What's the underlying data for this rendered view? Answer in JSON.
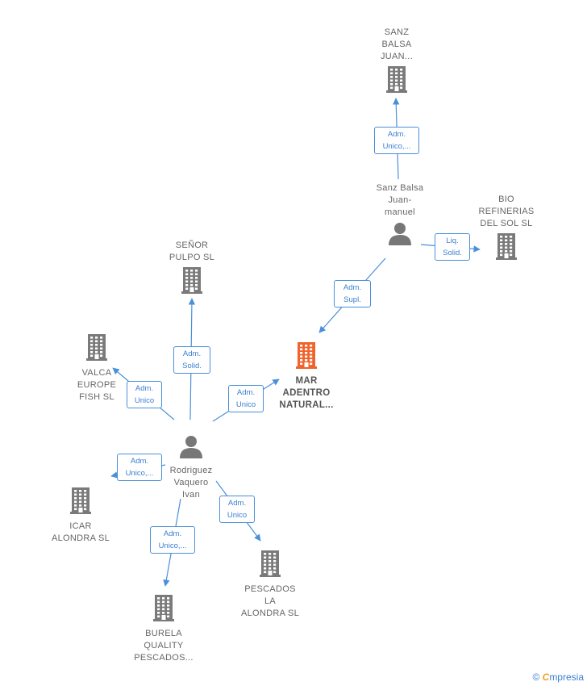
{
  "colors": {
    "edge": "#4a90d9",
    "company": "#7a7a7a",
    "focus": "#f0632c",
    "person": "#777777"
  },
  "nodes": [
    {
      "id": "mar",
      "type": "company",
      "focus": true,
      "label": "MAR\nADENTRO\nNATURAL..."
    },
    {
      "id": "sanz_person",
      "type": "person",
      "label": "Sanz Balsa\nJuan-\nmanuel"
    },
    {
      "id": "sanz_company",
      "type": "company",
      "label": "SANZ\nBALSA\nJUAN..."
    },
    {
      "id": "bio",
      "type": "company",
      "label": "BIO\nREFINERIAS\nDEL SOL SL"
    },
    {
      "id": "senor",
      "type": "company",
      "label": "SEÑOR\nPULPO  SL"
    },
    {
      "id": "valca",
      "type": "company",
      "label": "VALCA\nEUROPE\nFISH  SL"
    },
    {
      "id": "rodriguez",
      "type": "person",
      "label": "Rodriguez\nVaquero\nIvan"
    },
    {
      "id": "icar",
      "type": "company",
      "label": "ICAR\nALONDRA  SL"
    },
    {
      "id": "burela",
      "type": "company",
      "label": "BURELA\nQUALITY\nPESCADOS..."
    },
    {
      "id": "pescados",
      "type": "company",
      "label": "PESCADOS\nLA\nALONDRA SL"
    }
  ],
  "edges": [
    {
      "from": "sanz_person",
      "to": "sanz_company",
      "label": "Adm.\nUnico,..."
    },
    {
      "from": "sanz_person",
      "to": "bio",
      "label": "Liq.\nSolid."
    },
    {
      "from": "sanz_person",
      "to": "mar",
      "label": "Adm.\nSupl."
    },
    {
      "from": "rodriguez",
      "to": "mar",
      "label": "Adm.\nUnico"
    },
    {
      "from": "rodriguez",
      "to": "senor",
      "label": "Adm.\nSolid."
    },
    {
      "from": "rodriguez",
      "to": "valca",
      "label": "Adm.\nUnico"
    },
    {
      "from": "rodriguez",
      "to": "icar",
      "label": "Adm.\nUnico,..."
    },
    {
      "from": "rodriguez",
      "to": "burela",
      "label": "Adm.\nUnico,..."
    },
    {
      "from": "rodriguez",
      "to": "pescados",
      "label": "Adm.\nUnico"
    }
  ],
  "footer": {
    "copyright": "©",
    "brand_initial": "C",
    "brand_rest": "mpresia"
  }
}
